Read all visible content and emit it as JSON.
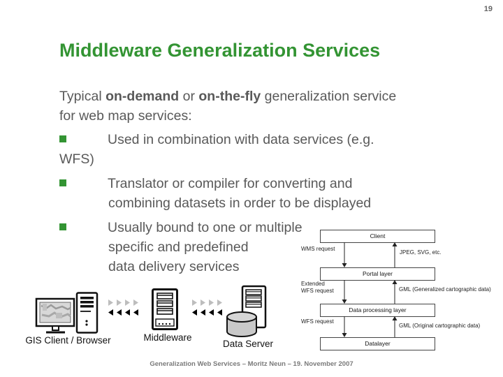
{
  "page_number": "19",
  "title": "Middleware Generalization Services",
  "body": {
    "intro_line1": {
      "pre": "Typical ",
      "bold1": "on-demand",
      "mid": " or ",
      "bold2": "on-the-fly",
      "post": " generalization service"
    },
    "intro_line2": "for web map services:",
    "bullets": [
      {
        "line1": "Used in combination with data services (e.g.",
        "line2": "WFS)"
      },
      {
        "line1": "Translator or compiler for converting and",
        "line2": "combining datasets in order to be displayed"
      },
      {
        "line1": "Usually bound to one or multiple",
        "line2": "specific and predefined",
        "line3": "data delivery services"
      }
    ]
  },
  "diagram": {
    "layers": {
      "client": "Client",
      "portal": "Portal layer",
      "processing": "Data processing layer",
      "datalayer": "Datalayer"
    },
    "labels": {
      "wms_request": "WMS request",
      "response_formats": "JPEG, SVG, etc.",
      "extended_wfs_line1": "Extended",
      "extended_wfs_line2": "WFS request",
      "gml_generalized": "GML (Generalized cartographic data)",
      "wfs_request": "WFS request",
      "gml_original": "GML (Original cartographic data)"
    }
  },
  "architecture": {
    "client_label": "GIS Client / Browser",
    "middleware_label": "Middleware",
    "dataserver_label": "Data Server"
  },
  "footer": "Generalization Web Services – Moritz Neun – 19. November 2007",
  "colors": {
    "accent_green": "#339433",
    "body_gray": "#595959",
    "footer_gray": "#7a7a7a"
  }
}
